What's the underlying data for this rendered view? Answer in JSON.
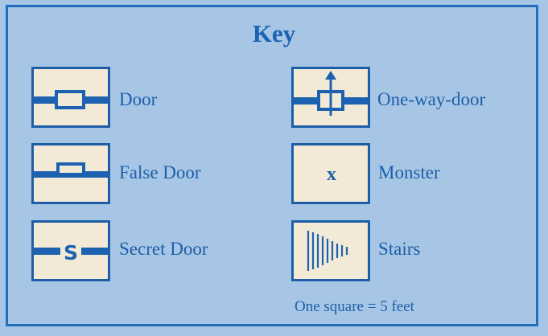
{
  "title": "Key",
  "items": [
    {
      "icon": "door-icon",
      "label": "Door"
    },
    {
      "icon": "false-door-icon",
      "label": "False Door"
    },
    {
      "icon": "secret-door-icon",
      "label": "Secret Door",
      "symbol": "S"
    },
    {
      "icon": "one-way-door-icon",
      "label": "One-way-door"
    },
    {
      "icon": "monster-icon",
      "label": "Monster",
      "symbol": "x"
    },
    {
      "icon": "stairs-icon",
      "label": "Stairs"
    }
  ],
  "scale_note": "One square = 5 feet",
  "colors": {
    "background": "#a7c6e5",
    "ink": "#1c5fa8",
    "tile": "#f2ead6"
  }
}
